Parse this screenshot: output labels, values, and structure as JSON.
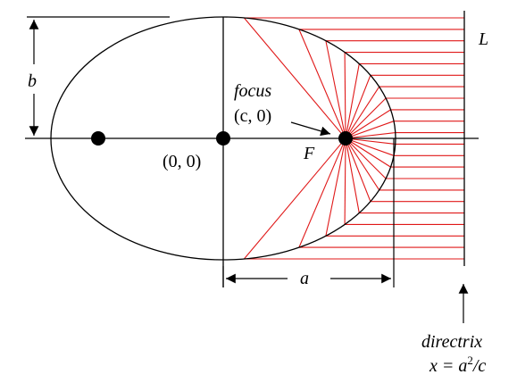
{
  "labels": {
    "b": "b",
    "L": "L",
    "focus": "focus",
    "focus_coord": "(c, 0)",
    "F": "F",
    "origin": "(0, 0)",
    "a": "a",
    "directrix": "directrix",
    "directrix_eq_prefix": "x = a",
    "directrix_eq_exp": "2",
    "directrix_eq_suffix": "/c"
  },
  "colors": {
    "curve": "#000000",
    "rays": "#e01818",
    "points": "#000000",
    "background": "#ffffff"
  }
}
